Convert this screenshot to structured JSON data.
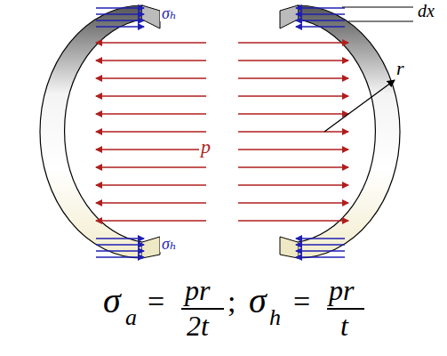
{
  "diagram": {
    "labels": [
      "σₕ",
      "p",
      "σₕ",
      "dx",
      "r",
      "σ",
      "a",
      "=",
      "pr",
      "2t",
      ";",
      "σ",
      "h",
      "=",
      "pr",
      "t"
    ]
  }
}
